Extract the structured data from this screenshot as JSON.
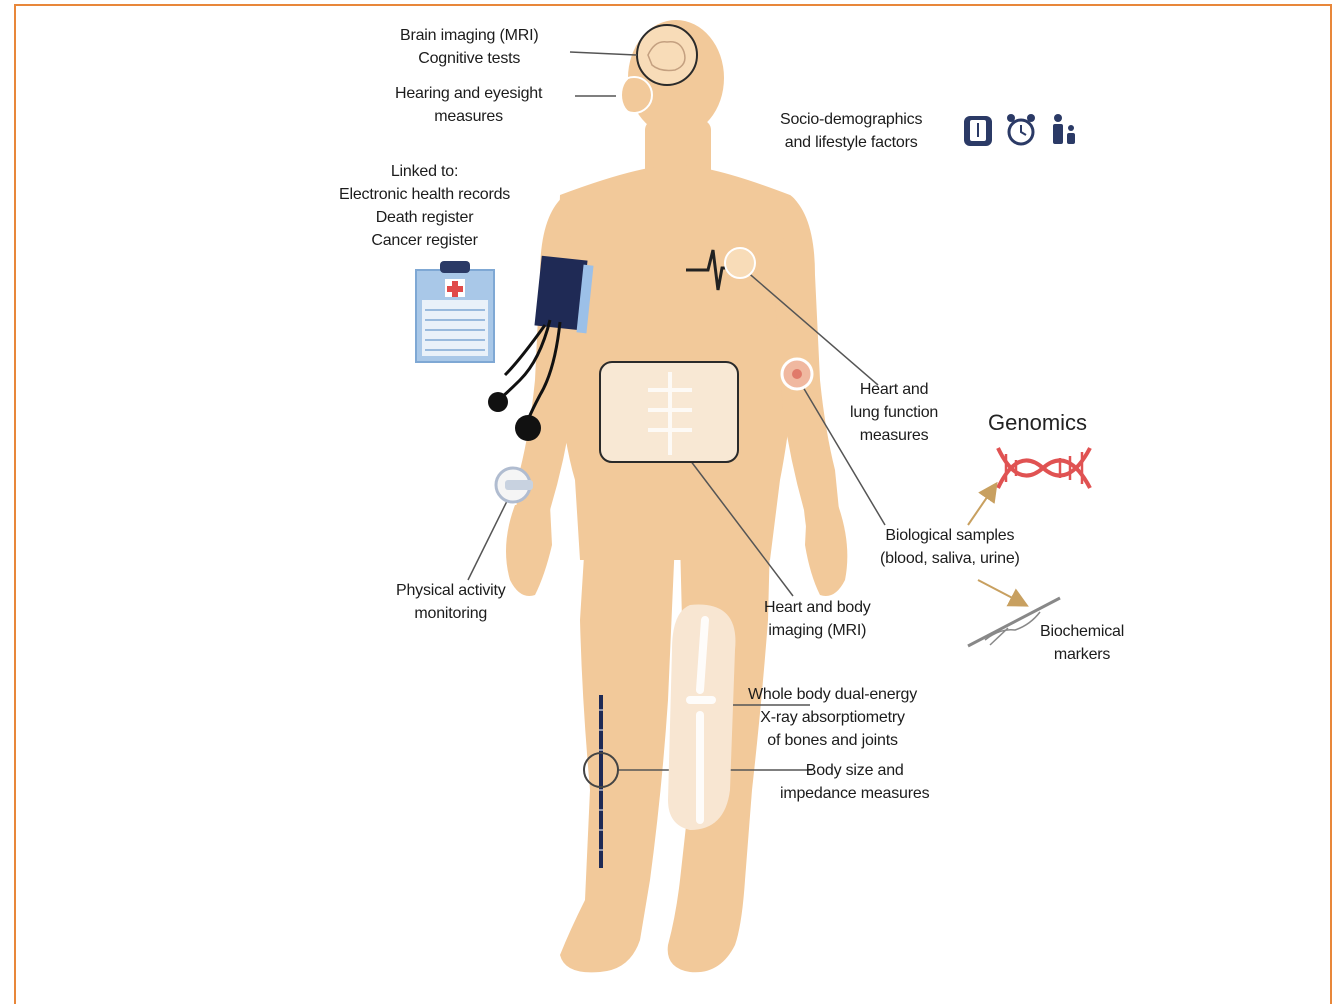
{
  "labels": {
    "brain": [
      "Brain imaging (MRI)",
      "Cognitive tests"
    ],
    "hearing": [
      "Hearing and eyesight",
      "measures"
    ],
    "linked": [
      "Linked to:",
      "Electronic health records",
      "Death register",
      "Cancer register"
    ],
    "socio": [
      "Socio-demographics",
      "and  lifestyle factors"
    ],
    "heart_lung": [
      "Heart and",
      "lung function",
      "measures"
    ],
    "genomics": "Genomics",
    "biological": [
      "Biological samples",
      "(blood, saliva, urine)"
    ],
    "physical": [
      "Physical activity",
      "monitoring"
    ],
    "heart_body": [
      "Heart and body",
      "imaging (MRI)"
    ],
    "biochemical": [
      "Biochemical",
      "markers"
    ],
    "dexa": [
      "Whole body dual-energy",
      "X-ray absorptiometry",
      "of bones and joints"
    ],
    "body_size": [
      "Body size and",
      "impedance measures"
    ]
  },
  "icons": {
    "socio": [
      "smartphone-icon",
      "alarm-clock-icon",
      "family-icon"
    ],
    "records": "clipboard-medical-record-icon",
    "bp": "blood-pressure-cuff-icon",
    "ecg": "ecg-trace-icon",
    "dna": "dna-helix-icon",
    "syringe": "test-tube-sample-icon",
    "ruler": "height-measuring-rod-icon"
  },
  "colors": {
    "frame": "#e8873a",
    "skin": "#f2c99a",
    "dna": "#e05252",
    "arrow": "#c8a060",
    "cuff": "#1f2a55",
    "clipboard": "#a9c8e8"
  }
}
